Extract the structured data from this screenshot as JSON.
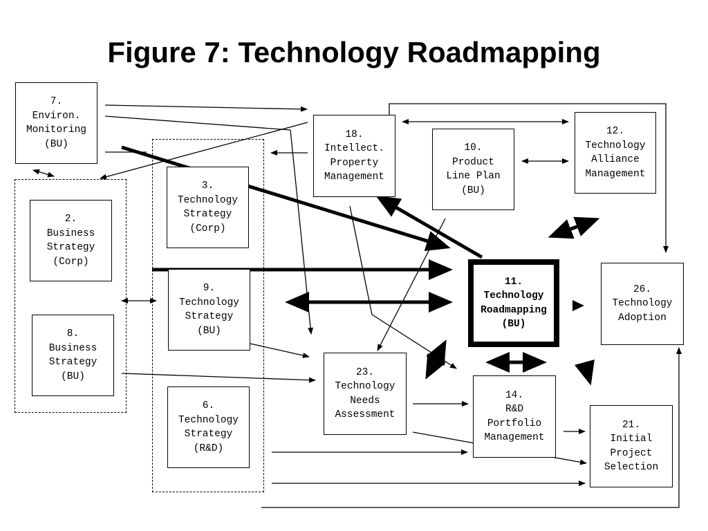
{
  "title": "Figure 7:  Technology Roadmapping",
  "boxes": {
    "b7": {
      "lines": [
        "7.",
        "Environ.",
        "Monitoring",
        "(BU)"
      ]
    },
    "b2": {
      "lines": [
        "2.",
        "Business",
        "Strategy",
        "(Corp)"
      ]
    },
    "b8": {
      "lines": [
        "8.",
        "Business",
        "Strategy",
        "(BU)"
      ]
    },
    "b3": {
      "lines": [
        "3.",
        "Technology",
        "Strategy",
        "(Corp)"
      ]
    },
    "b9": {
      "lines": [
        "9.",
        "Technology",
        "Strategy",
        "(BU)"
      ]
    },
    "b6": {
      "lines": [
        "6.",
        "Technology",
        "Strategy",
        "(R&D)"
      ]
    },
    "b18": {
      "lines": [
        "18.",
        "Intellect.",
        "Property",
        "Management"
      ]
    },
    "b10": {
      "lines": [
        "10.",
        "Product",
        "Line Plan",
        "(BU)"
      ]
    },
    "b12": {
      "lines": [
        "12.",
        "Technology",
        "Alliance",
        "Management"
      ]
    },
    "b11": {
      "lines": [
        "11.",
        "Technology",
        "Roadmapping",
        "(BU)"
      ]
    },
    "b26": {
      "lines": [
        "26.",
        "Technology",
        "Adoption"
      ]
    },
    "b23": {
      "lines": [
        "23.",
        "Technology",
        "Needs",
        "Assessment"
      ]
    },
    "b14": {
      "lines": [
        "14.",
        "R&D",
        "Portfolio",
        "Management"
      ]
    },
    "b21": {
      "lines": [
        "21.",
        "Initial",
        "Project",
        "Selection"
      ]
    }
  }
}
